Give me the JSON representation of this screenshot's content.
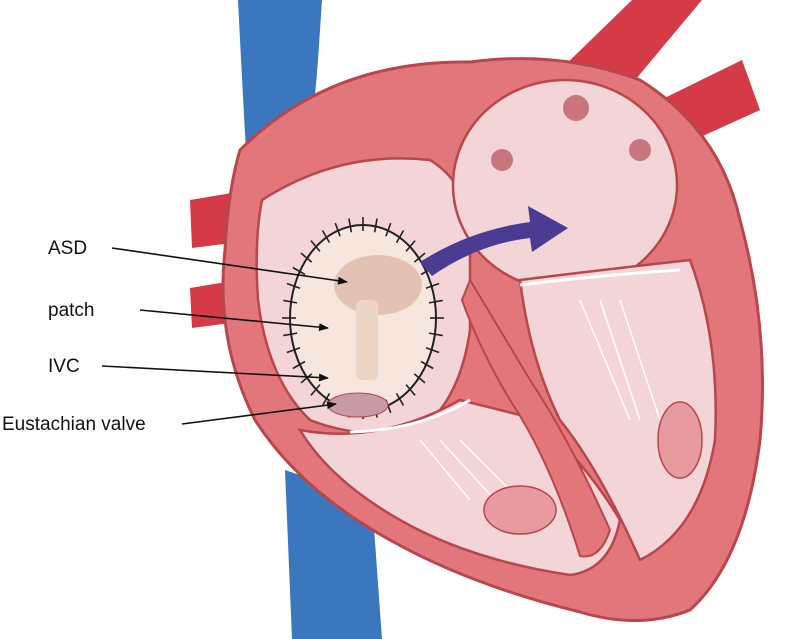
{
  "labels": {
    "asd": "ASD",
    "patch": "patch",
    "ivc": "IVC",
    "eustachian_valve": "Eustachian valve"
  },
  "colors": {
    "vena_cava": "#3a77bf",
    "artery": "#d53b47",
    "myocardium": "#e2767b",
    "myocardium_dark": "#b8464d",
    "chamber": "#f3d4d7",
    "patch": "#f7e6de",
    "flow_arrow": "#4b3b93"
  },
  "icons": [
    "flow-arrow-icon",
    "pointer-arrow-icon"
  ]
}
